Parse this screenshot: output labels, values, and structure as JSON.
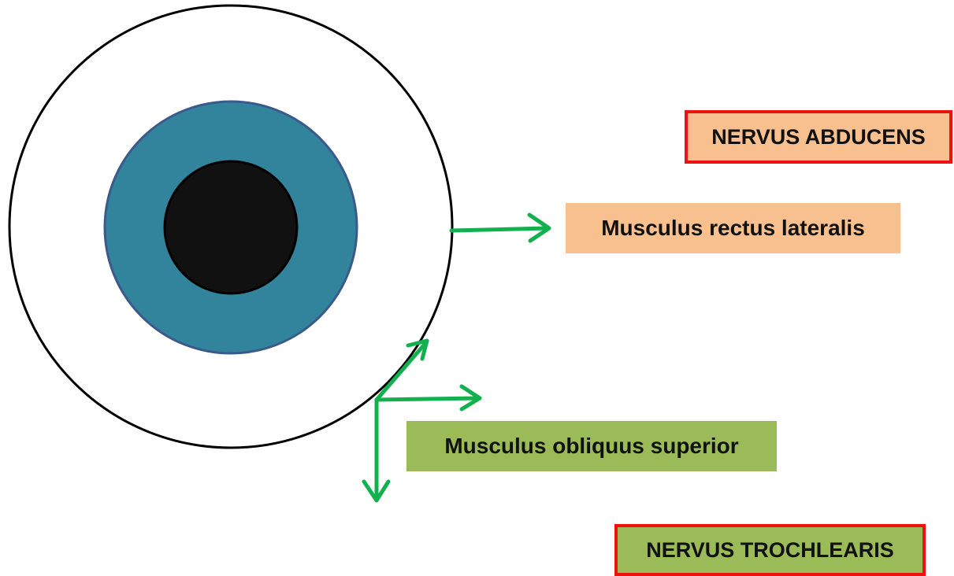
{
  "labels": {
    "nervus_abducens": "NERVUS ABDUCENS",
    "musculus_rectus_lateralis": "Musculus rectus lateralis",
    "musculus_obliquus_superior": "Musculus obliquus superior",
    "nervus_trochlearis": "NERVUS TROCHLEARIS"
  },
  "colors": {
    "iris": "#31849b",
    "iris_border": "#3b5a8c",
    "pupil": "#111111",
    "arrow": "#13b04f",
    "orange_label": "#f8c08e",
    "green_label": "#9bbb59",
    "nerve_border": "#ee1111"
  }
}
